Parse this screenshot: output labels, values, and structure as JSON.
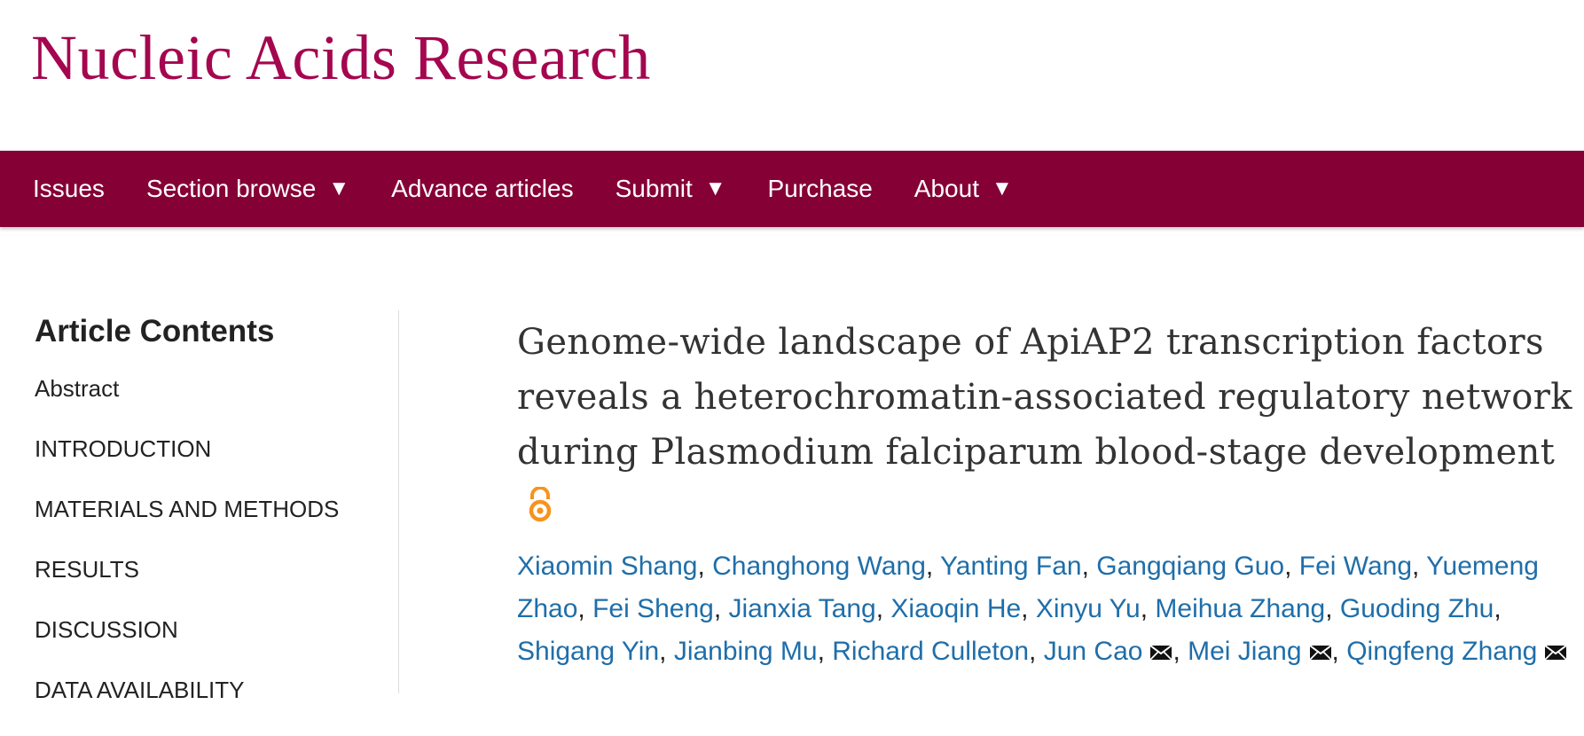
{
  "header": {
    "journal_title": "Nucleic Acids Research",
    "brand_color": "#a4064f"
  },
  "nav": {
    "background": "#850035",
    "items": [
      {
        "label": "Issues",
        "has_dropdown": false
      },
      {
        "label": "Section browse",
        "has_dropdown": true
      },
      {
        "label": "Advance articles",
        "has_dropdown": false
      },
      {
        "label": "Submit",
        "has_dropdown": true
      },
      {
        "label": "Purchase",
        "has_dropdown": false
      },
      {
        "label": "About",
        "has_dropdown": true
      }
    ],
    "dropdown_glyph": "▼"
  },
  "sidebar": {
    "heading": "Article Contents",
    "items": [
      "Abstract",
      "INTRODUCTION",
      "MATERIALS AND METHODS",
      "RESULTS",
      "DISCUSSION",
      "DATA AVAILABILITY"
    ]
  },
  "article": {
    "title": "Genome-wide landscape of ApiAP2 transcription factors reveals a heterochromatin-associated regulatory network during Plasmodium falciparum blood-stage development",
    "open_access_icon": "open-access-icon",
    "open_access_color": "#f7931d",
    "link_color": "#1f6ea9",
    "authors": [
      {
        "name": "Xiaomin Shang",
        "corresponding": false
      },
      {
        "name": "Changhong Wang",
        "corresponding": false
      },
      {
        "name": "Yanting Fan",
        "corresponding": false
      },
      {
        "name": "Gangqiang Guo",
        "corresponding": false
      },
      {
        "name": "Fei Wang",
        "corresponding": false
      },
      {
        "name": "Yuemeng Zhao",
        "corresponding": false
      },
      {
        "name": "Fei Sheng",
        "corresponding": false
      },
      {
        "name": "Jianxia Tang",
        "corresponding": false
      },
      {
        "name": "Xiaoqin He",
        "corresponding": false
      },
      {
        "name": "Xinyu Yu",
        "corresponding": false
      },
      {
        "name": "Meihua Zhang",
        "corresponding": false
      },
      {
        "name": "Guoding Zhu",
        "corresponding": false
      },
      {
        "name": "Shigang Yin",
        "corresponding": false
      },
      {
        "name": "Jianbing Mu",
        "corresponding": false
      },
      {
        "name": "Richard Culleton",
        "corresponding": false
      },
      {
        "name": "Jun Cao",
        "corresponding": true
      },
      {
        "name": "Mei Jiang",
        "corresponding": true
      },
      {
        "name": "Qingfeng Zhang",
        "corresponding": true
      }
    ],
    "author_separator": ", "
  }
}
